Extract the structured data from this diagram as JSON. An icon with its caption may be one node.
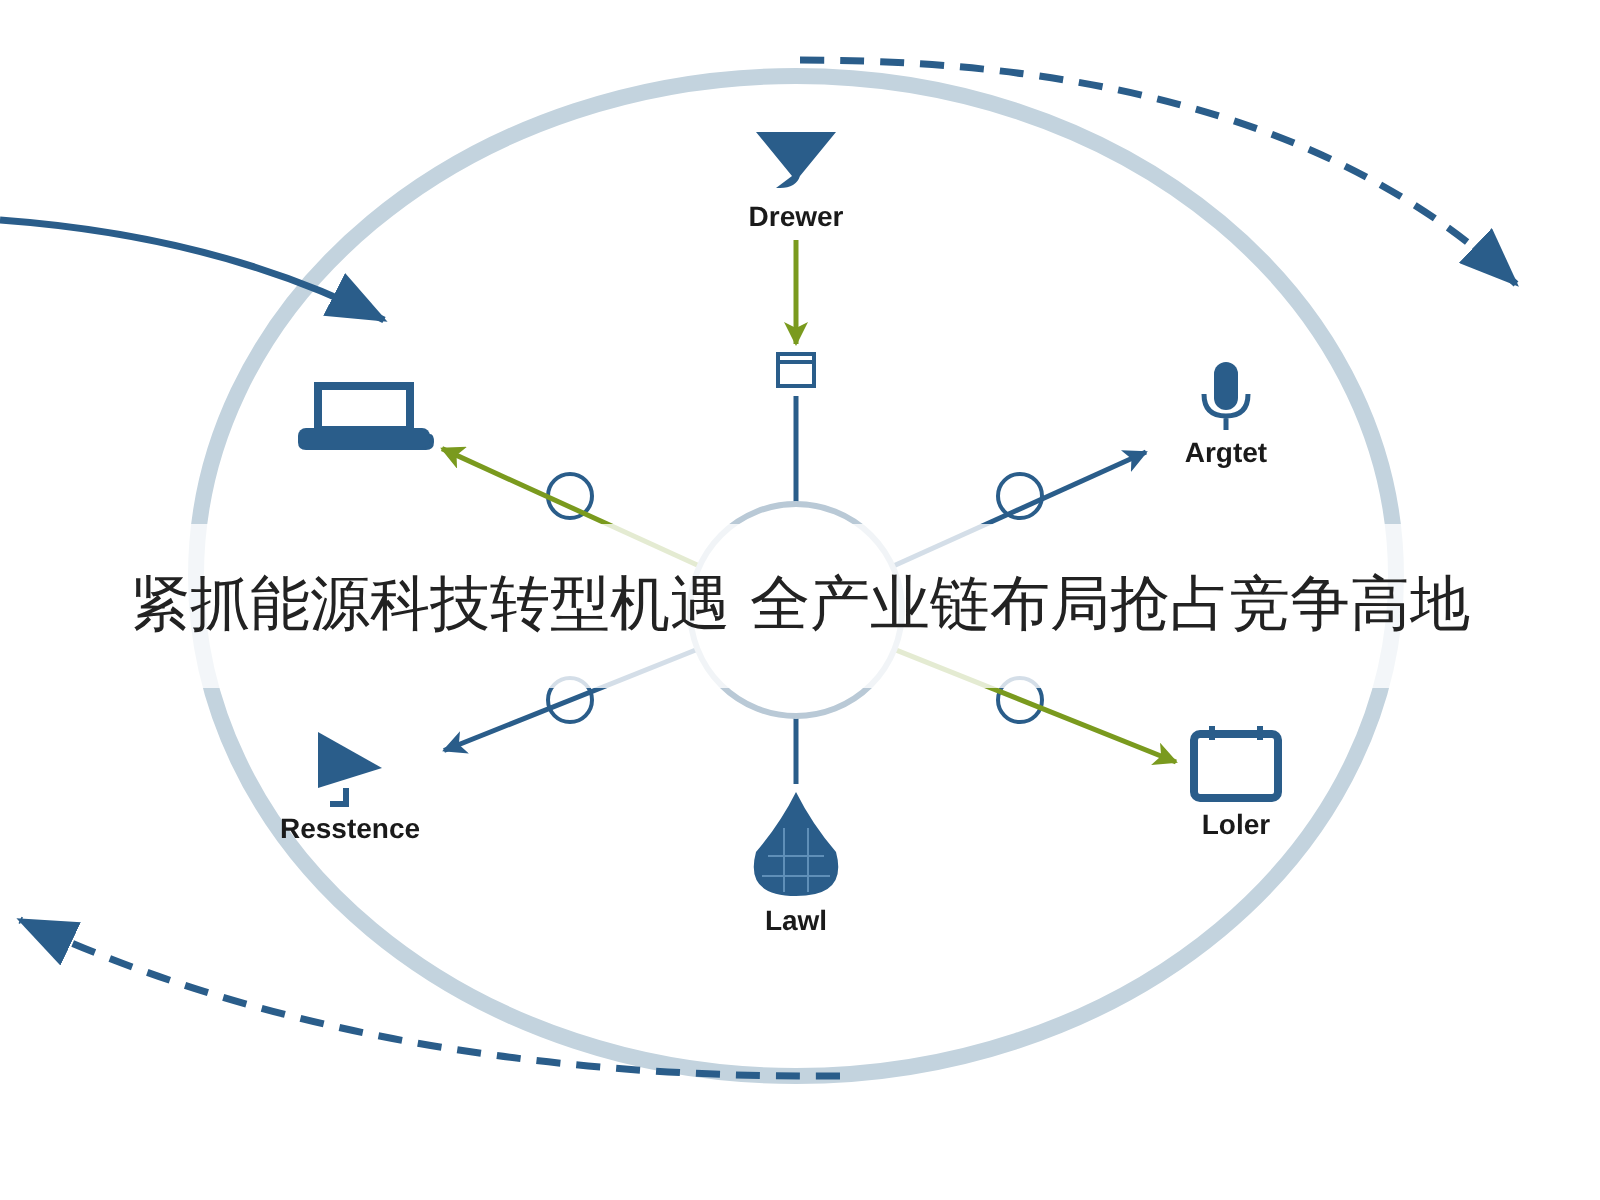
{
  "diagram": {
    "title": "紧抓能源科技转型机遇 全产业链布局抢占竞争高地",
    "nodes": [
      {
        "text": [],
        "shape": "circle"
      },
      {
        "text": [
          "Drewer"
        ]
      },
      {
        "text": [],
        "shape": "picture"
      },
      {
        "text": [],
        "shape": "picture"
      },
      {
        "text": [
          "Argtet"
        ]
      },
      {
        "text": [
          "Resstence"
        ]
      },
      {
        "text": [
          "Loler"
        ]
      },
      {
        "text": [
          "Lawl"
        ]
      }
    ],
    "edges": [
      {
        "from": 1,
        "to": 2,
        "arrow": "to",
        "color": "#7a9a1e"
      },
      {
        "from": 2,
        "to": 0,
        "arrow": "none"
      },
      {
        "from": 0,
        "to": 3,
        "arrow": "to",
        "color": "#7a9a1e"
      },
      {
        "from": 0,
        "to": 4,
        "arrow": "to"
      },
      {
        "from": 0,
        "to": 5,
        "arrow": "to"
      },
      {
        "from": 0,
        "to": 6,
        "arrow": "to",
        "color": "#7a9a1e"
      },
      {
        "from": 0,
        "to": 7,
        "arrow": "none"
      }
    ]
  }
}
